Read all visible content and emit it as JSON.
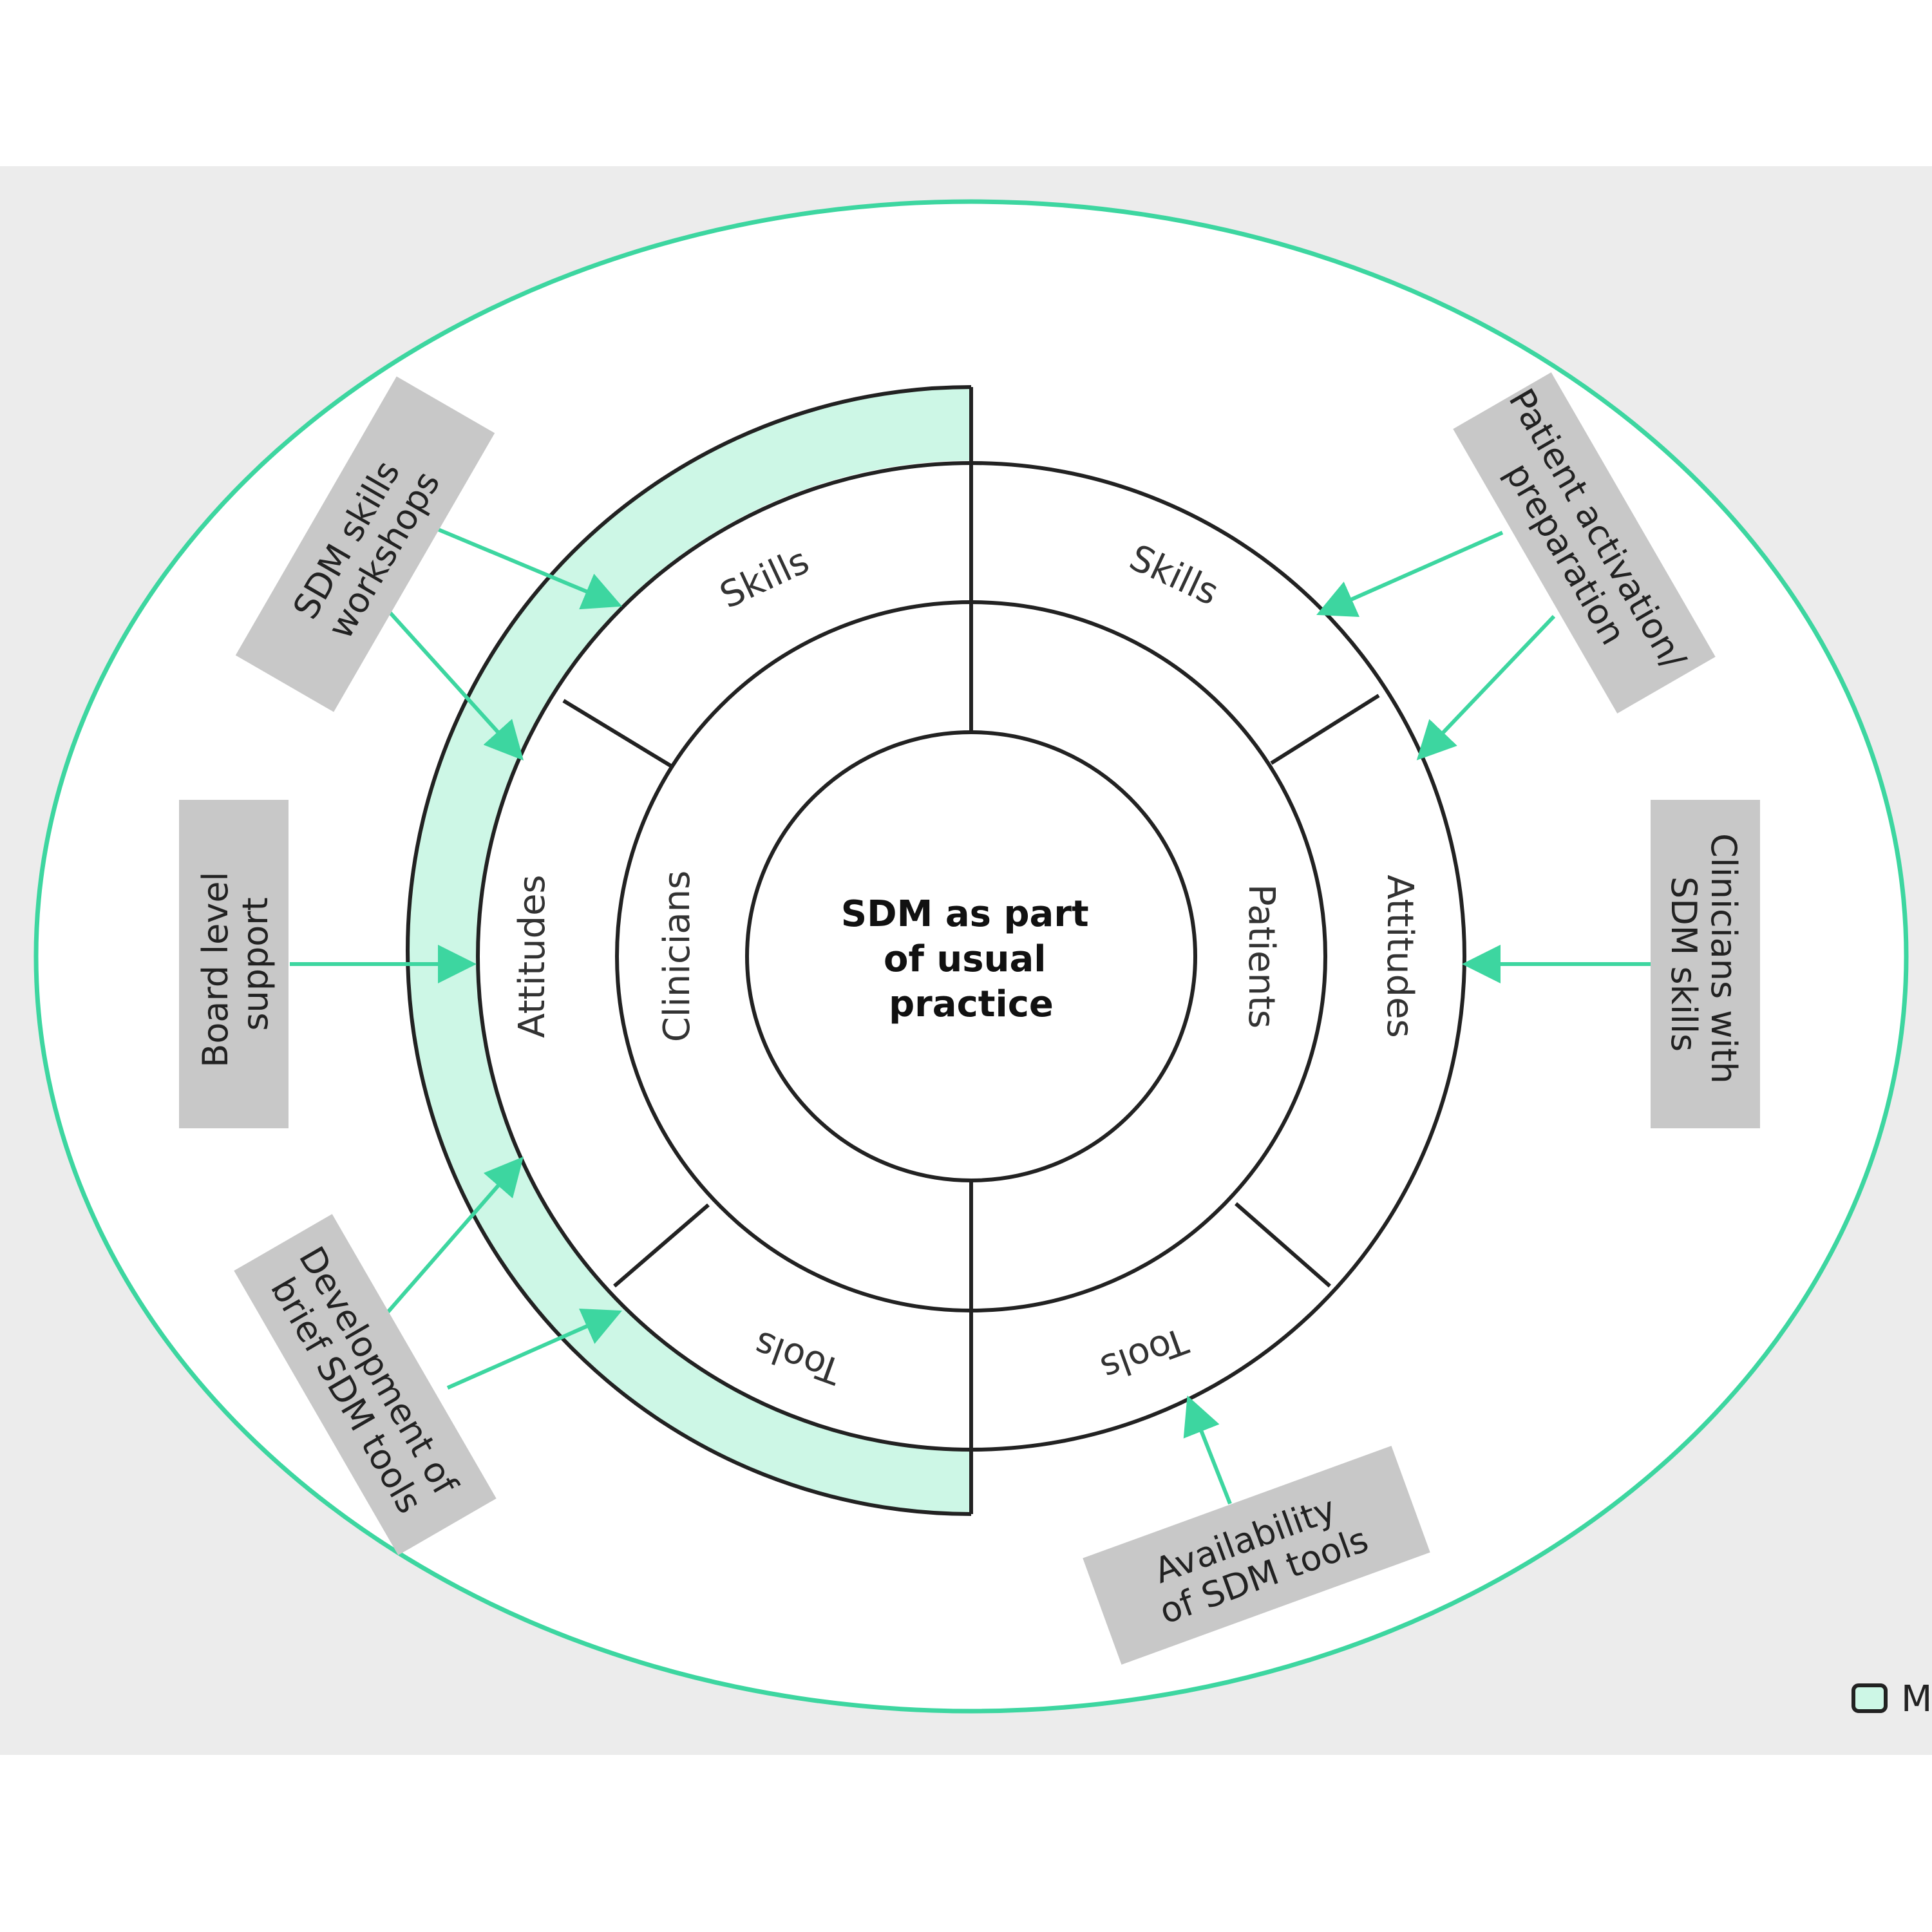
{
  "center": {
    "lines": [
      "SDM as part",
      "of usual",
      "practice"
    ]
  },
  "groups": {
    "left": "Clinicians",
    "right": "Patients"
  },
  "segments": {
    "left_skills": "Skills",
    "left_attitudes": "Attitudes",
    "left_tools": "Tools",
    "right_skills": "Skills",
    "right_attitudes": "Attitudes",
    "right_tools": "Tools"
  },
  "interventions": {
    "sdm_skills_workshops": [
      "SDM skills",
      "workshops"
    ],
    "board_level_support": [
      "Board level",
      "support"
    ],
    "development_brief_tools": [
      "Development of",
      "brief SDM tools"
    ],
    "patient_activation": [
      "Patient activation/",
      "preparation"
    ],
    "clinicians_with_skills": [
      "Clinicians with",
      "SDM skills"
    ],
    "availability_tools": [
      "Availability",
      "of SDM tools"
    ]
  },
  "legend": {
    "label": "M"
  },
  "colors": {
    "accent": "#3dd6a0",
    "accent_fill": "#cdf7e6",
    "box_fill": "#c8c8c8",
    "panel_bg": "#ececec",
    "stroke": "#222222"
  }
}
